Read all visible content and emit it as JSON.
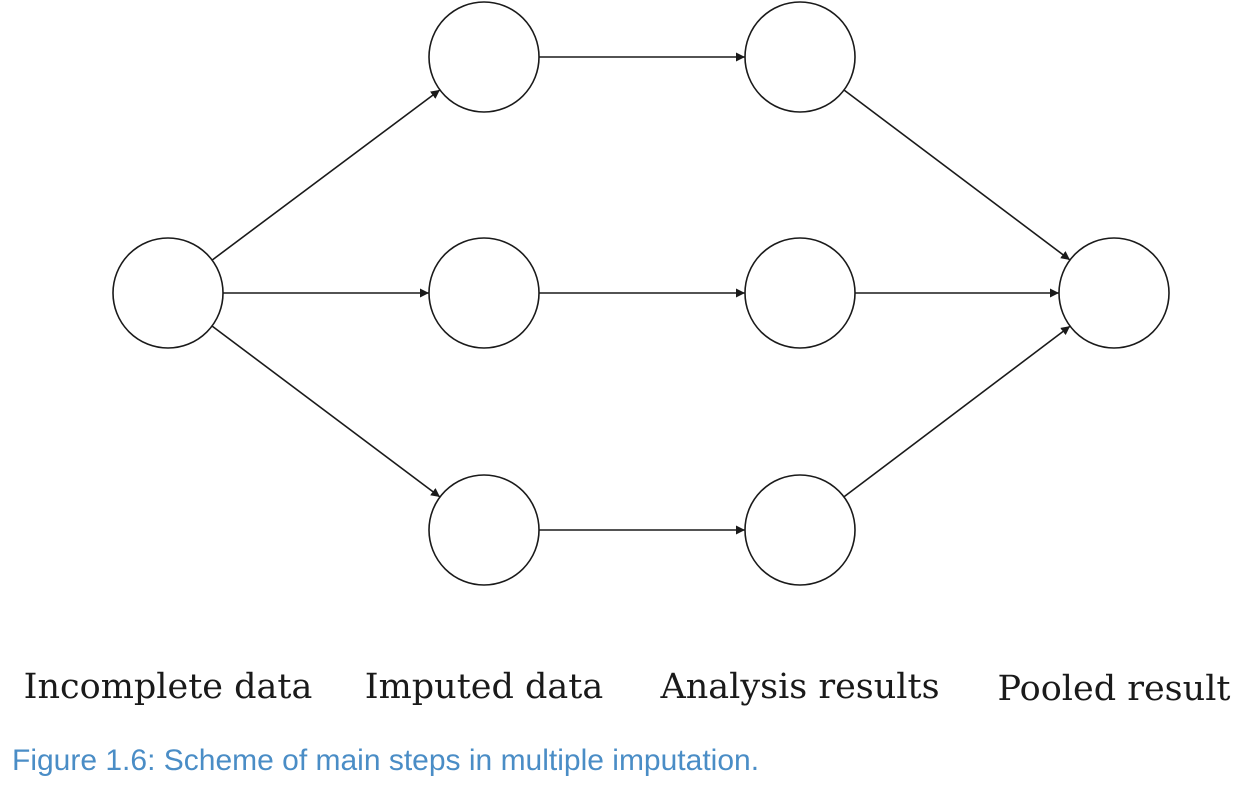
{
  "diagram": {
    "nodes": [
      {
        "id": "incomplete"
      },
      {
        "id": "imputed-1"
      },
      {
        "id": "imputed-2"
      },
      {
        "id": "imputed-3"
      },
      {
        "id": "analysis-1"
      },
      {
        "id": "analysis-2"
      },
      {
        "id": "analysis-3"
      },
      {
        "id": "pooled"
      }
    ],
    "edges": [
      {
        "from": "incomplete",
        "to": "imputed-1"
      },
      {
        "from": "incomplete",
        "to": "imputed-2"
      },
      {
        "from": "incomplete",
        "to": "imputed-3"
      },
      {
        "from": "imputed-1",
        "to": "analysis-1"
      },
      {
        "from": "imputed-2",
        "to": "analysis-2"
      },
      {
        "from": "imputed-3",
        "to": "analysis-3"
      },
      {
        "from": "analysis-1",
        "to": "pooled"
      },
      {
        "from": "analysis-2",
        "to": "pooled"
      },
      {
        "from": "analysis-3",
        "to": "pooled"
      }
    ],
    "stage_labels": {
      "incomplete": "Incomplete data",
      "imputed": "Imputed data",
      "analysis": "Analysis results",
      "pooled": "Pooled result"
    }
  },
  "caption": "Figure 1.6: Scheme of main steps in multiple imputation."
}
